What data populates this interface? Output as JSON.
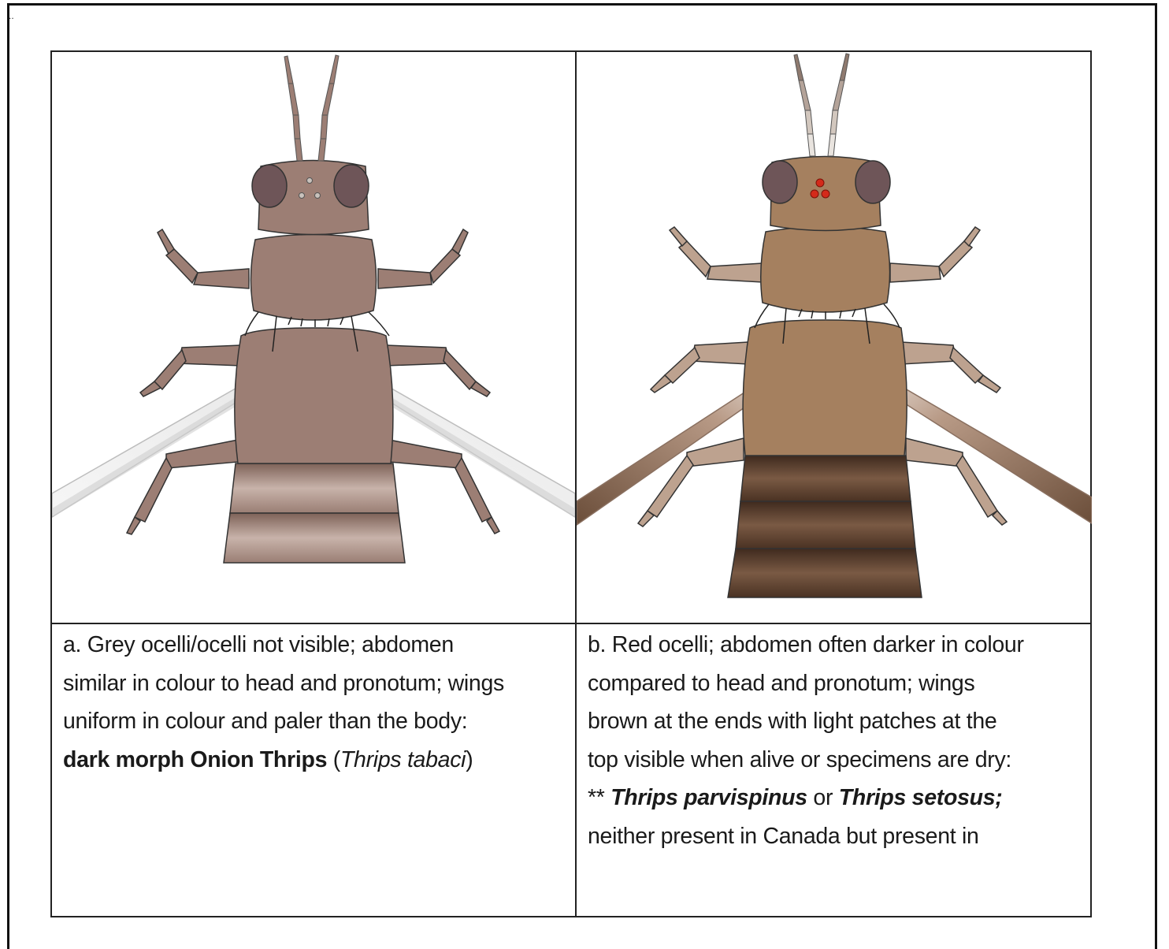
{
  "corner_mark": "..",
  "colors": {
    "body_grey_brown": "#9c7e74",
    "abdomen_dark": "#5a3d2b",
    "ocelli_red": "#d42a1a",
    "ocelli_grey": "#c9c2bc",
    "eye": "#6e5558"
  },
  "panel_a": {
    "illustration": "dark-morph-onion-thrips-illustration",
    "caption": {
      "line1": "a. Grey ocelli/ocelli not visible; abdomen",
      "line2": "similar in colour to head and pronotum; wings",
      "line3": "uniform in colour and paler than the body:",
      "species_bold": "dark morph Onion Thrips",
      "paren_open": " (",
      "species_italic": "Thrips tabaci",
      "paren_close": ")"
    }
  },
  "panel_b": {
    "illustration": "thrips-parvispinus-or-setosus-illustration",
    "caption": {
      "line1": "b. Red ocelli; abdomen often darker in colour",
      "line2": "compared to head and pronotum; wings",
      "line3": "brown at the ends with light patches at the",
      "line4": "top visible when alive or specimens are dry:",
      "stars": "** ",
      "species1": "Thrips parvispinus",
      "conj": " or ",
      "species2": "Thrips setosus;",
      "line6": "neither present in Canada but present in"
    }
  }
}
